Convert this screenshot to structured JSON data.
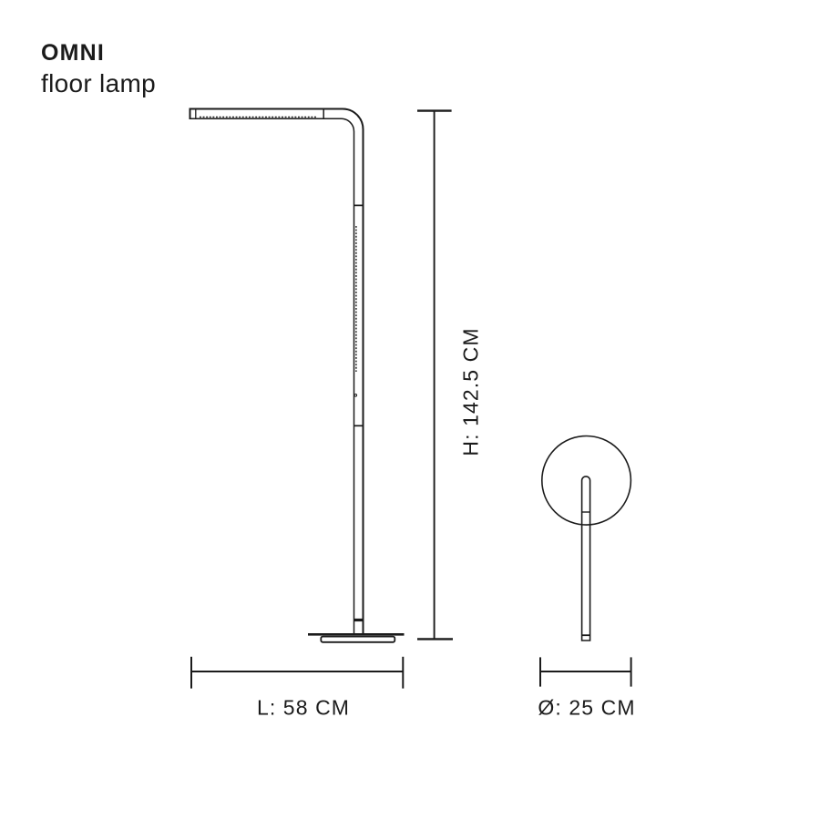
{
  "product": {
    "name": "OMNI",
    "type": "floor lamp"
  },
  "dimensions": {
    "height": {
      "label": "H: 142.5 CM",
      "value_cm": 142.5
    },
    "length": {
      "label": "L: 58 CM",
      "value_cm": 58
    },
    "diameter": {
      "label": "Ø: 25 CM",
      "value_cm": 25
    }
  },
  "colors": {
    "ink": "#1b1b1b",
    "background": "#ffffff"
  }
}
